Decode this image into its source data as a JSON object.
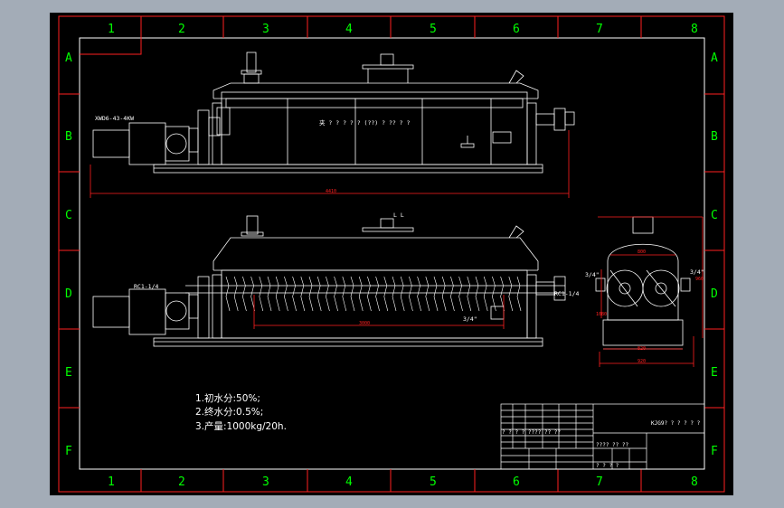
{
  "drawing": {
    "zones_top": [
      "1",
      "2",
      "3",
      "4",
      "5",
      "6",
      "7",
      "8"
    ],
    "zones_bottom": [
      "1",
      "2",
      "3",
      "4",
      "5",
      "6",
      "7",
      "8"
    ],
    "zones_left": [
      "A",
      "B",
      "C",
      "D",
      "E",
      "F"
    ],
    "zones_right": [
      "A",
      "B",
      "C",
      "D",
      "E",
      "F"
    ],
    "labels": {
      "motor_model": "XWD6-43-4KW",
      "flange_left": "RC1-1/4",
      "flange_right": "RC1-1/4",
      "pipe_mid": "3/4\"",
      "pipe_side_left": "3/4\"",
      "pipe_side_right": "3/4\"",
      "top_vent": "L L",
      "body_text": "夹 ? ? ? ? ? (??) ? ?? ? ?"
    },
    "dimensions": {
      "overall_length": "4410",
      "paddle_length": "3000",
      "side_width_top": "800",
      "side_width_bottom": "920",
      "side_height": "960",
      "side_height2": "1080",
      "side_base": "820",
      "side_top": "1080"
    },
    "notes": [
      "1.初水分:50%;",
      "2.终水分:0.5%;",
      "3.产量:1000kg/20h."
    ],
    "title_block": {
      "title": "KJG9? ? ? ? ? ?",
      "r1": "? ?  ? ?  ????  ??  ??",
      "r2": "????  ??  ??",
      "r3": "?  ?  ?  ?"
    }
  }
}
